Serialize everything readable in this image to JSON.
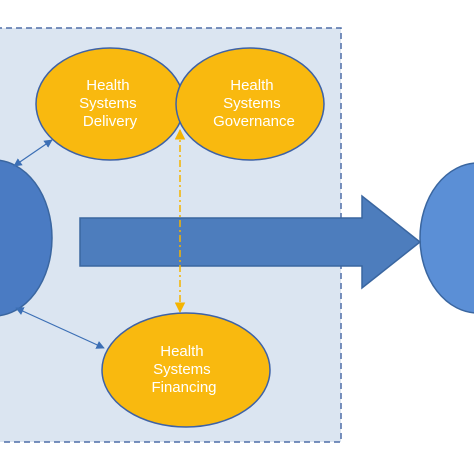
{
  "diagram": {
    "nodes": {
      "delivery": {
        "lines": [
          "Health",
          "Systems",
          "Delivery"
        ]
      },
      "governance": {
        "lines": [
          "Health",
          "Systems",
          "Governance"
        ]
      },
      "financing": {
        "lines": [
          "Health",
          "Systems",
          "Financing"
        ]
      }
    },
    "colors": {
      "panel_fill": "#dbe5f1",
      "panel_border": "#4f6fa8",
      "node_fill": "#f9b90f",
      "node_stroke": "#3e62a6",
      "circle_fill": "#4a7bc3",
      "circle_right_fill": "#5b8fd6",
      "arrow_fill": "#4d7dbd",
      "arrow_stroke": "#3a66a0",
      "connector": "#3c6fb5",
      "dashed_connector": "#f5b400"
    }
  }
}
